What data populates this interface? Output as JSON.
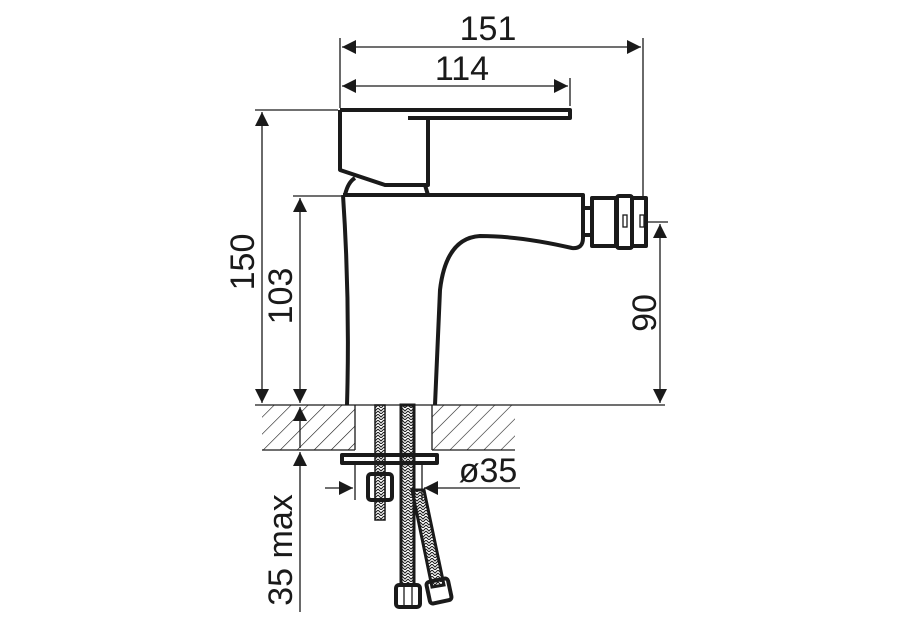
{
  "title": "Bidet mixer technical drawing",
  "dimensions": {
    "total_depth": "151",
    "lever_length": "114",
    "total_height": "150",
    "body_height": "103",
    "spout_height": "90",
    "hole_diameter": "ø35",
    "max_counter_thickness": "35 max"
  },
  "colors": {
    "line": "#1a1a1a",
    "background": "#ffffff"
  }
}
